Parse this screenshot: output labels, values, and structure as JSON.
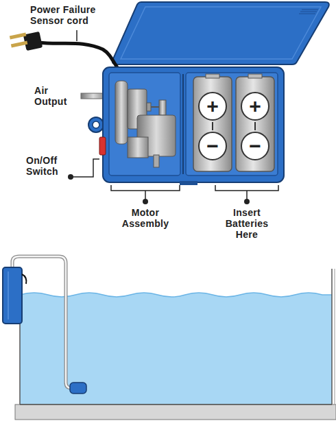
{
  "diagram": {
    "nodes": [
      {
        "text": [
          "+"
        ]
      },
      {
        "text": [
          "−"
        ]
      },
      {
        "text": [
          "+"
        ]
      },
      {
        "text": [
          "−"
        ]
      }
    ],
    "labels": [
      "Power Failure Sensor cord",
      "Air Output",
      "On/Off Switch",
      "Motor Assembly",
      "Insert Batteries Here"
    ]
  }
}
